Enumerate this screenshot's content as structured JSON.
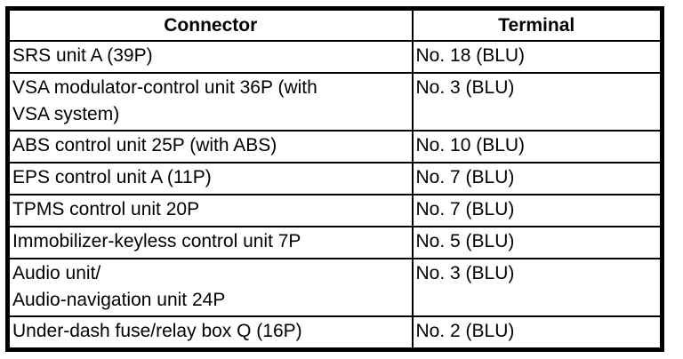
{
  "table": {
    "headers": {
      "connector": "Connector",
      "terminal": "Terminal"
    },
    "rows": [
      {
        "connector_lines": [
          "SRS unit A (39P)"
        ],
        "terminal": "No. 18 (BLU)"
      },
      {
        "connector_lines": [
          "VSA modulator-control unit 36P (with",
          "VSA system)"
        ],
        "terminal": "No. 3 (BLU)"
      },
      {
        "connector_lines": [
          "ABS control unit 25P (with ABS)"
        ],
        "terminal": "No. 10 (BLU)"
      },
      {
        "connector_lines": [
          "EPS control unit A (11P)"
        ],
        "terminal": "No. 7 (BLU)"
      },
      {
        "connector_lines": [
          "TPMS control unit 20P"
        ],
        "terminal": "No. 7 (BLU)"
      },
      {
        "connector_lines": [
          "Immobilizer-keyless control unit 7P"
        ],
        "terminal": "No. 5 (BLU)"
      },
      {
        "connector_lines": [
          "Audio unit/",
          "Audio-navigation unit 24P"
        ],
        "terminal": "No. 3 (BLU)"
      },
      {
        "connector_lines": [
          "Under-dash fuse/relay box Q (16P)"
        ],
        "terminal": "No. 2 (BLU)"
      }
    ]
  },
  "colors": {
    "border": "#000000",
    "text": "#000000",
    "background": "#ffffff"
  }
}
